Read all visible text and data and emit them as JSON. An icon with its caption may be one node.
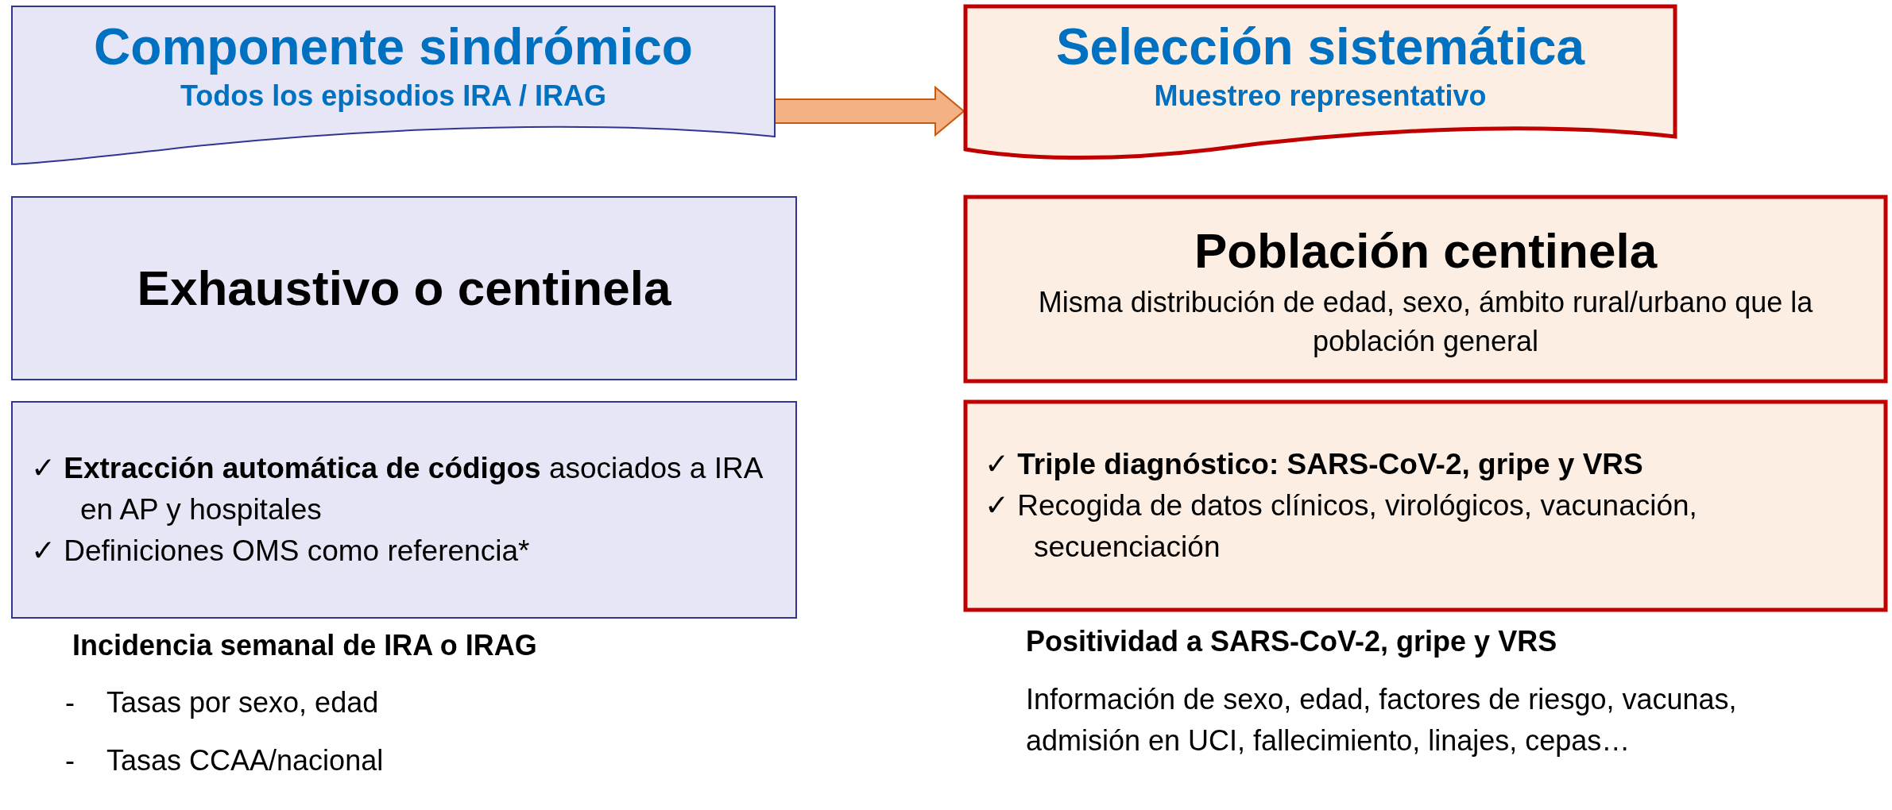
{
  "diagram": {
    "nodes": [
      {
        "text": [
          "Componente sindrómico",
          "Todos los episodios IRA / IRAG"
        ]
      },
      {
        "text": [
          "Selección sistemática",
          "Muestreo representativo"
        ]
      },
      {
        "text": [
          "Exhaustivo o centinela"
        ]
      },
      {
        "text": [
          "Población centinela",
          "Misma distribución de edad, sexo, ámbito rural/urbano que la población general"
        ]
      },
      {
        "text": [
          "✓ **Extracción automática de códigos** asociados a IRA en AP y hospitales",
          "✓ Definiciones OMS como referencia*"
        ]
      },
      {
        "text": [
          "✓ **Triple diagnóstico: SARS-CoV-2, gripe y VRS**",
          "✓ Recogida de datos clínicos, virológicos, vacunación, secuenciación"
        ]
      }
    ],
    "edges": [
      {
        "from": 0,
        "to": 1,
        "arrow": "to"
      }
    ],
    "labels": [
      "Incidencia semanal de IRA o IRAG",
      "- Tasas por sexo, edad",
      "- Tasas CCAA/nacional",
      "Positividad a SARS-CoV-2, gripe y VRS",
      "Información de sexo, edad, factores de riesgo, vacunas, admisión en UCI, fallecimiento, linajes, cepas…"
    ]
  }
}
